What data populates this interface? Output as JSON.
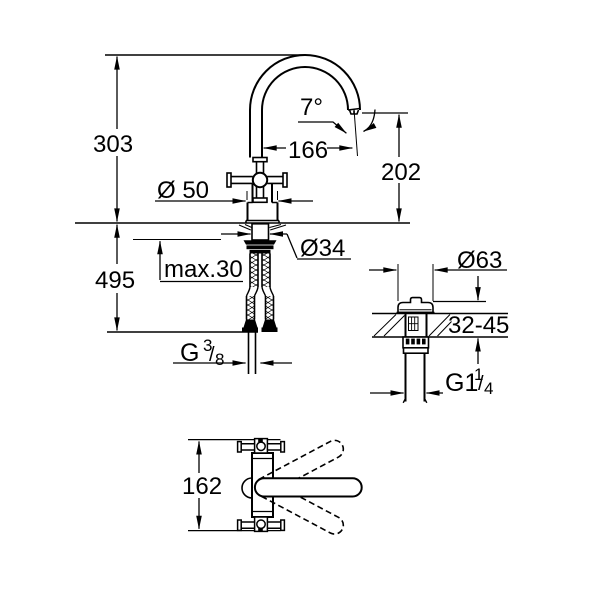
{
  "drawing": {
    "front_view": {
      "total_height": "303",
      "under_counter_height": "495",
      "max_mounting_thickness": "max.30",
      "body_diameter": "Ø 50",
      "shank_diameter": "Ø34",
      "spout_reach": "166",
      "spout_angle": "7°",
      "spout_height": "202",
      "hose_thread": {
        "base": "G",
        "numerator": "3",
        "slash": "/",
        "denominator": "8"
      }
    },
    "waste_view": {
      "flange_diameter": "Ø63",
      "mounting_thickness_range": "32-45",
      "waste_thread": {
        "base": "G1",
        "numerator": "1",
        "slash": "/",
        "denominator": "4"
      }
    },
    "top_view": {
      "handle_span": "162"
    }
  }
}
